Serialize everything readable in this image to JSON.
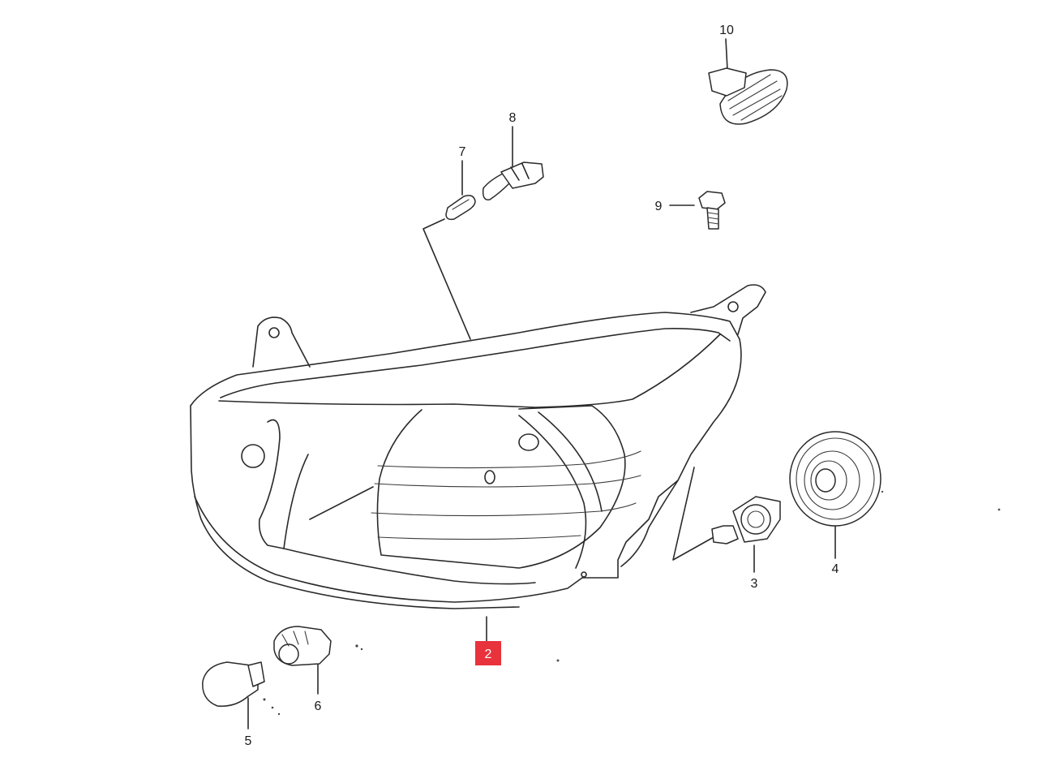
{
  "diagram": {
    "callouts": [
      {
        "id": "callout-2",
        "label": "2",
        "highlighted": true
      },
      {
        "id": "callout-3",
        "label": "3"
      },
      {
        "id": "callout-4",
        "label": "4"
      },
      {
        "id": "callout-5",
        "label": "5"
      },
      {
        "id": "callout-6",
        "label": "6"
      },
      {
        "id": "callout-7",
        "label": "7"
      },
      {
        "id": "callout-8",
        "label": "8"
      },
      {
        "id": "callout-9",
        "label": "9"
      },
      {
        "id": "callout-10",
        "label": "10"
      }
    ],
    "highlight_color": "#e8323c",
    "line_color": "#2a2a2a"
  }
}
